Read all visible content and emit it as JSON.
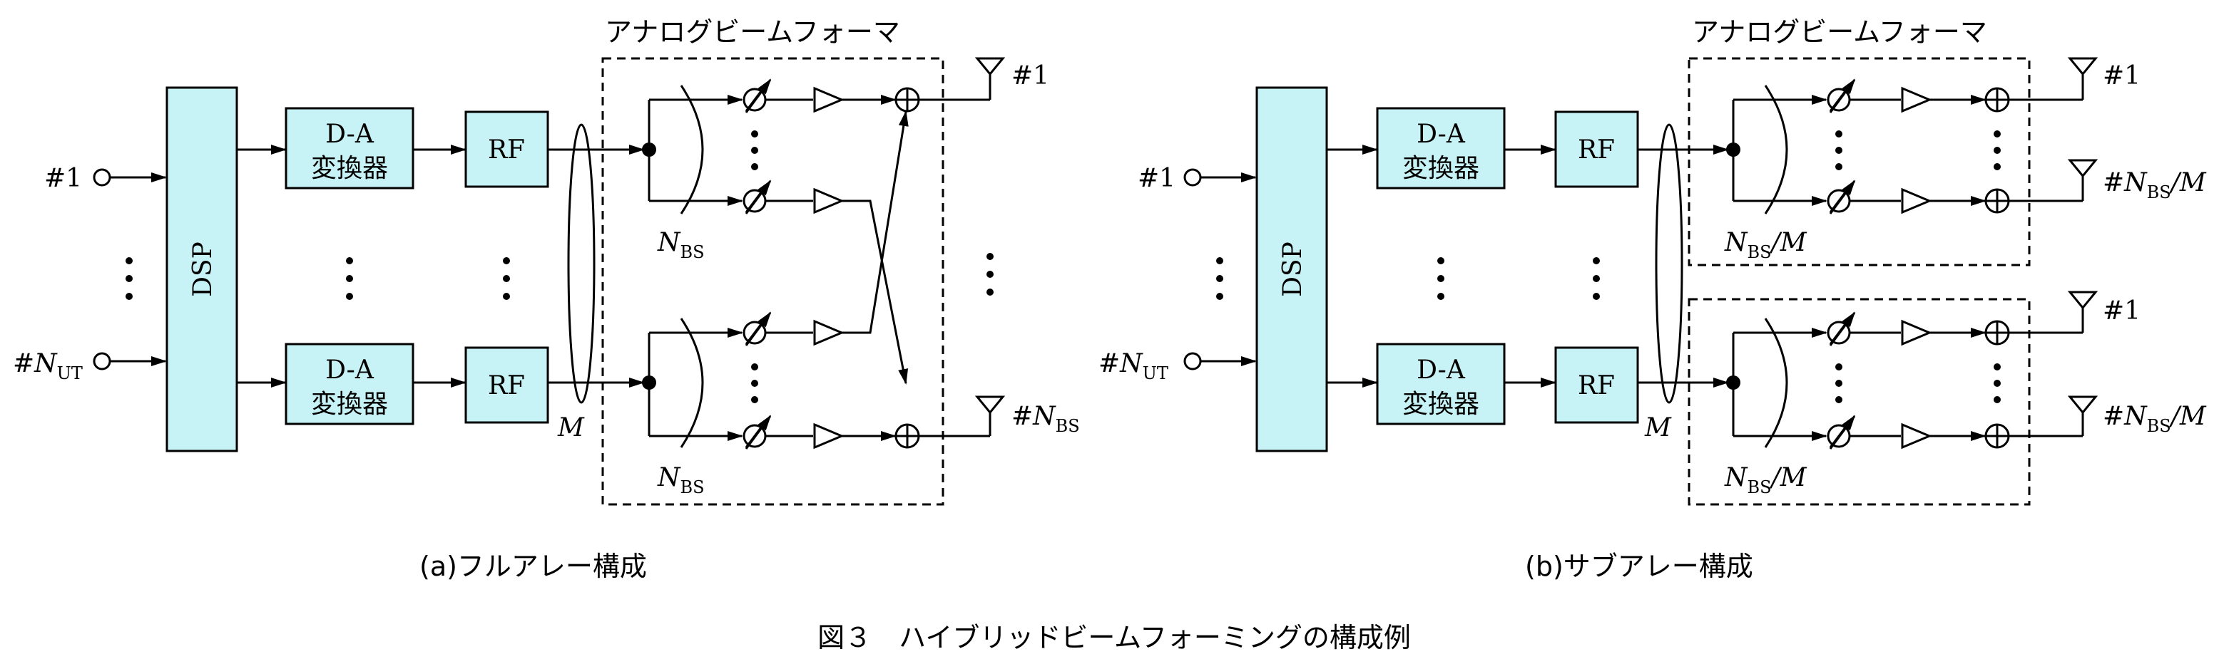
{
  "figure": {
    "caption": "図３　ハイブリッドビームフォーミングの構成例",
    "panel_a": {
      "caption": "(a)フルアレー構成",
      "beamformer_title": "アナログビームフォーマ",
      "dsp": "DSP",
      "dac_line1": "D-A",
      "dac_line2": "変換器",
      "rf": "RF",
      "input_first": "#1",
      "input_last_prefix": "#N",
      "input_last_sub": "UT",
      "m_label": "M",
      "split_label_prefix": "N",
      "split_label_sub": "BS",
      "antenna_first": "#1",
      "antenna_last_prefix": "#N",
      "antenna_last_sub": "BS"
    },
    "panel_b": {
      "caption": "(b)サブアレー構成",
      "beamformer_title": "アナログビームフォーマ",
      "dsp": "DSP",
      "dac_line1": "D-A",
      "dac_line2": "変換器",
      "rf": "RF",
      "input_first": "#1",
      "input_last_prefix": "#N",
      "input_last_sub": "UT",
      "m_label": "M",
      "split_label_prefix": "N",
      "split_label_sub": "BS",
      "split_label_suffix": "/M",
      "antenna_first": "#1",
      "antenna_last_prefix": "#N",
      "antenna_last_sub": "BS",
      "antenna_last_suffix": "/M"
    }
  }
}
